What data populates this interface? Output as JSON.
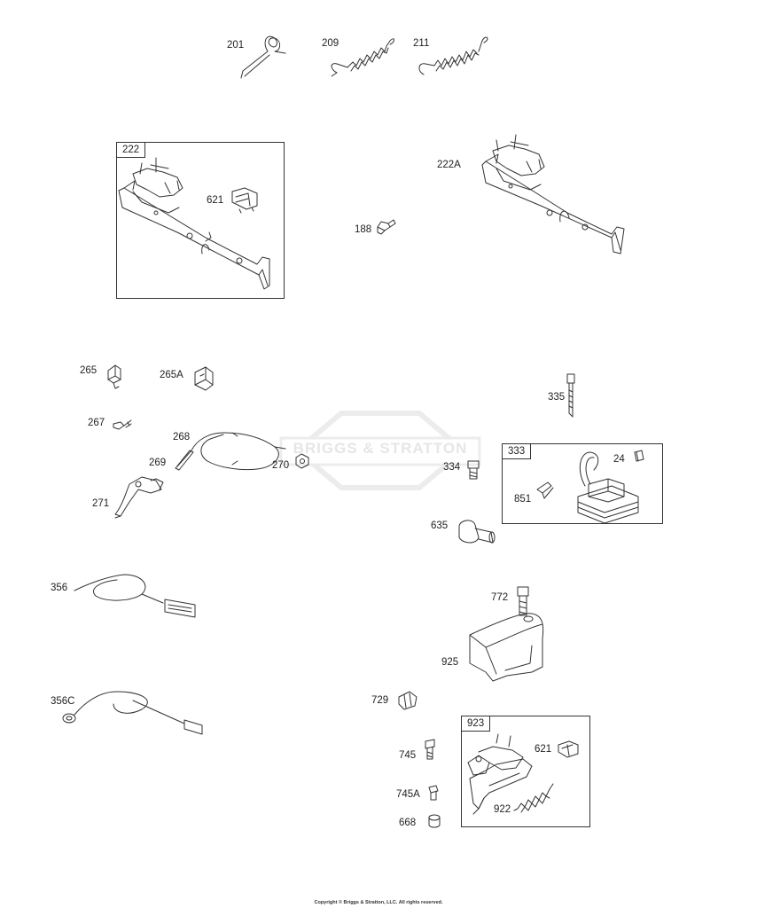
{
  "watermark": {
    "text": "BRIGGS & STRATTON"
  },
  "kits": [
    {
      "label": "222"
    },
    {
      "label": "333"
    },
    {
      "label": "923"
    }
  ],
  "parts": {
    "p201": "201",
    "p209": "209",
    "p211": "211",
    "p621a": "621",
    "p222A": "222A",
    "p188": "188",
    "p265": "265",
    "p265A": "265A",
    "p267": "267",
    "p268": "268",
    "p269": "269",
    "p270": "270",
    "p271": "271",
    "p335": "335",
    "p334": "334",
    "p24": "24",
    "p851": "851",
    "p635": "635",
    "p356": "356",
    "p356C": "356C",
    "p772": "772",
    "p925": "925",
    "p729": "729",
    "p745": "745",
    "p745A": "745A",
    "p668": "668",
    "p621b": "621",
    "p922": "922"
  },
  "footer": {
    "copyright": "Copyright © Briggs & Stratton, LLC. All rights reserved."
  }
}
